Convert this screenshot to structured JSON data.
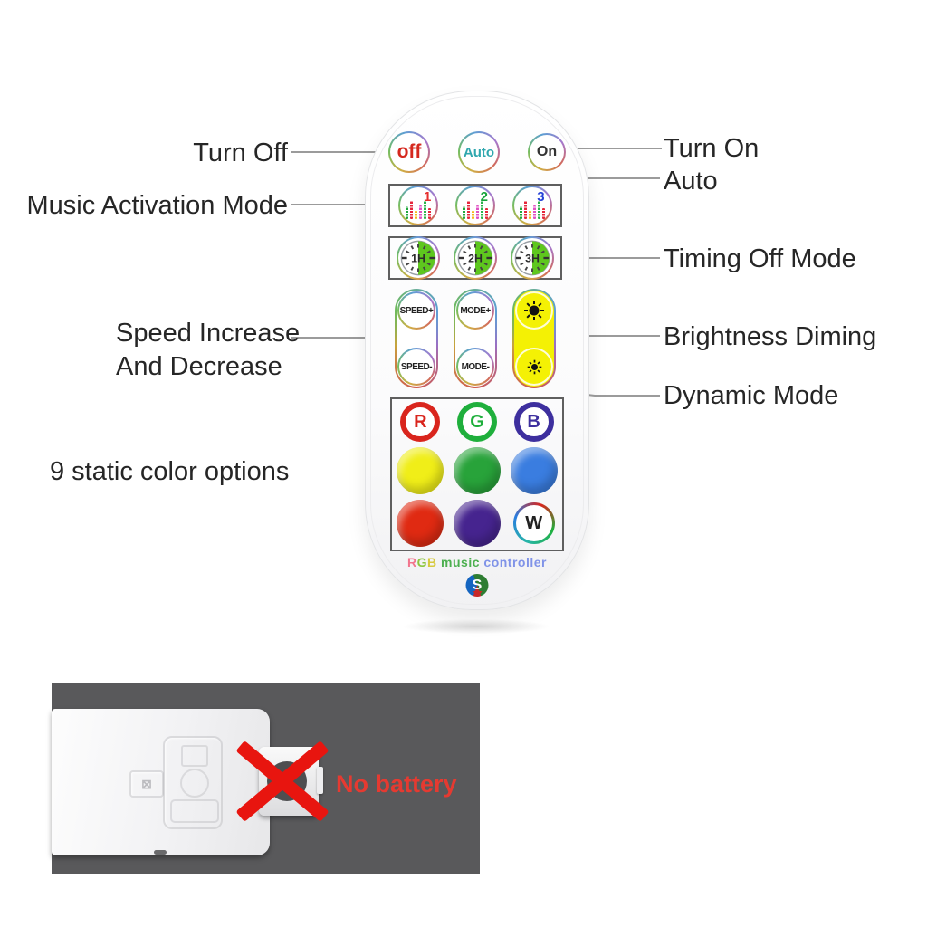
{
  "annotations": {
    "turn_off": "Turn Off",
    "turn_on": "Turn On",
    "auto": "Auto",
    "music_activation": "Music Activation Mode",
    "timing_off": "Timing Off Mode",
    "speed_line1": "Speed Increase",
    "speed_line2": "And Decrease",
    "brightness": "Brightness Diming",
    "dynamic": "Dynamic Mode",
    "static_colors": "9 static color options"
  },
  "remote": {
    "power": {
      "off": "off",
      "auto": "Auto",
      "on": "On"
    },
    "music_buttons": [
      {
        "label": "1",
        "style": "color:#e62e2e"
      },
      {
        "label": "2",
        "style": "color:#17a33b"
      },
      {
        "label": "3",
        "style": "color:#2742d8"
      }
    ],
    "timing_buttons": [
      {
        "label": "1H"
      },
      {
        "label": "2H"
      },
      {
        "label": "3H"
      }
    ],
    "speed_plus": "SPEED+",
    "speed_minus": "SPEED-",
    "mode_plus": "MODE+",
    "mode_minus": "MODE-",
    "rgb_buttons": [
      {
        "label": "R",
        "style": "border-color:#d9251d;color:#d9251d"
      },
      {
        "label": "G",
        "style": "border-color:#1faf3c;color:#1faf3c"
      },
      {
        "label": "B",
        "style": "border-color:#3d2f9e;color:#3d2f9e"
      }
    ],
    "color_buttons": [
      {
        "name": "yellow",
        "hex": "#f0ee18"
      },
      {
        "name": "green",
        "hex": "#28a33a"
      },
      {
        "name": "blue",
        "hex": "#3a7de0"
      },
      {
        "name": "red",
        "hex": "#e02a12"
      },
      {
        "name": "purple",
        "hex": "#46248f"
      }
    ],
    "white_button": "W",
    "brand_segments": [
      {
        "text": "R",
        "color": "#f2758d"
      },
      {
        "text": "G",
        "color": "#8cc63f"
      },
      {
        "text": "B",
        "color": "#d6c93e"
      },
      {
        "text": " music ",
        "color": "#4caf50"
      },
      {
        "text": "controller",
        "color": "#8093e8"
      }
    ],
    "logo_letter": "S"
  },
  "photo": {
    "caption": "No battery"
  },
  "icons": {
    "music_button": "equalizer-icon",
    "timing_button": "clock-icon",
    "brightness_top": "sun-icon-large",
    "brightness_bottom": "sun-icon-small",
    "logo": "s-balloon-logo",
    "battery_cross": "red-x-icon"
  },
  "palette": {
    "timing_green": "#5ec71e",
    "brightness_yellow": "#f4f104",
    "off_red": "#d5281e",
    "auto_teal": "#2fa7ae",
    "frame_gray": "#5f5f5f",
    "photo_bg_gray": "#59595b",
    "no_battery_red": "#e53a31",
    "cross_red": "#e8150f"
  }
}
